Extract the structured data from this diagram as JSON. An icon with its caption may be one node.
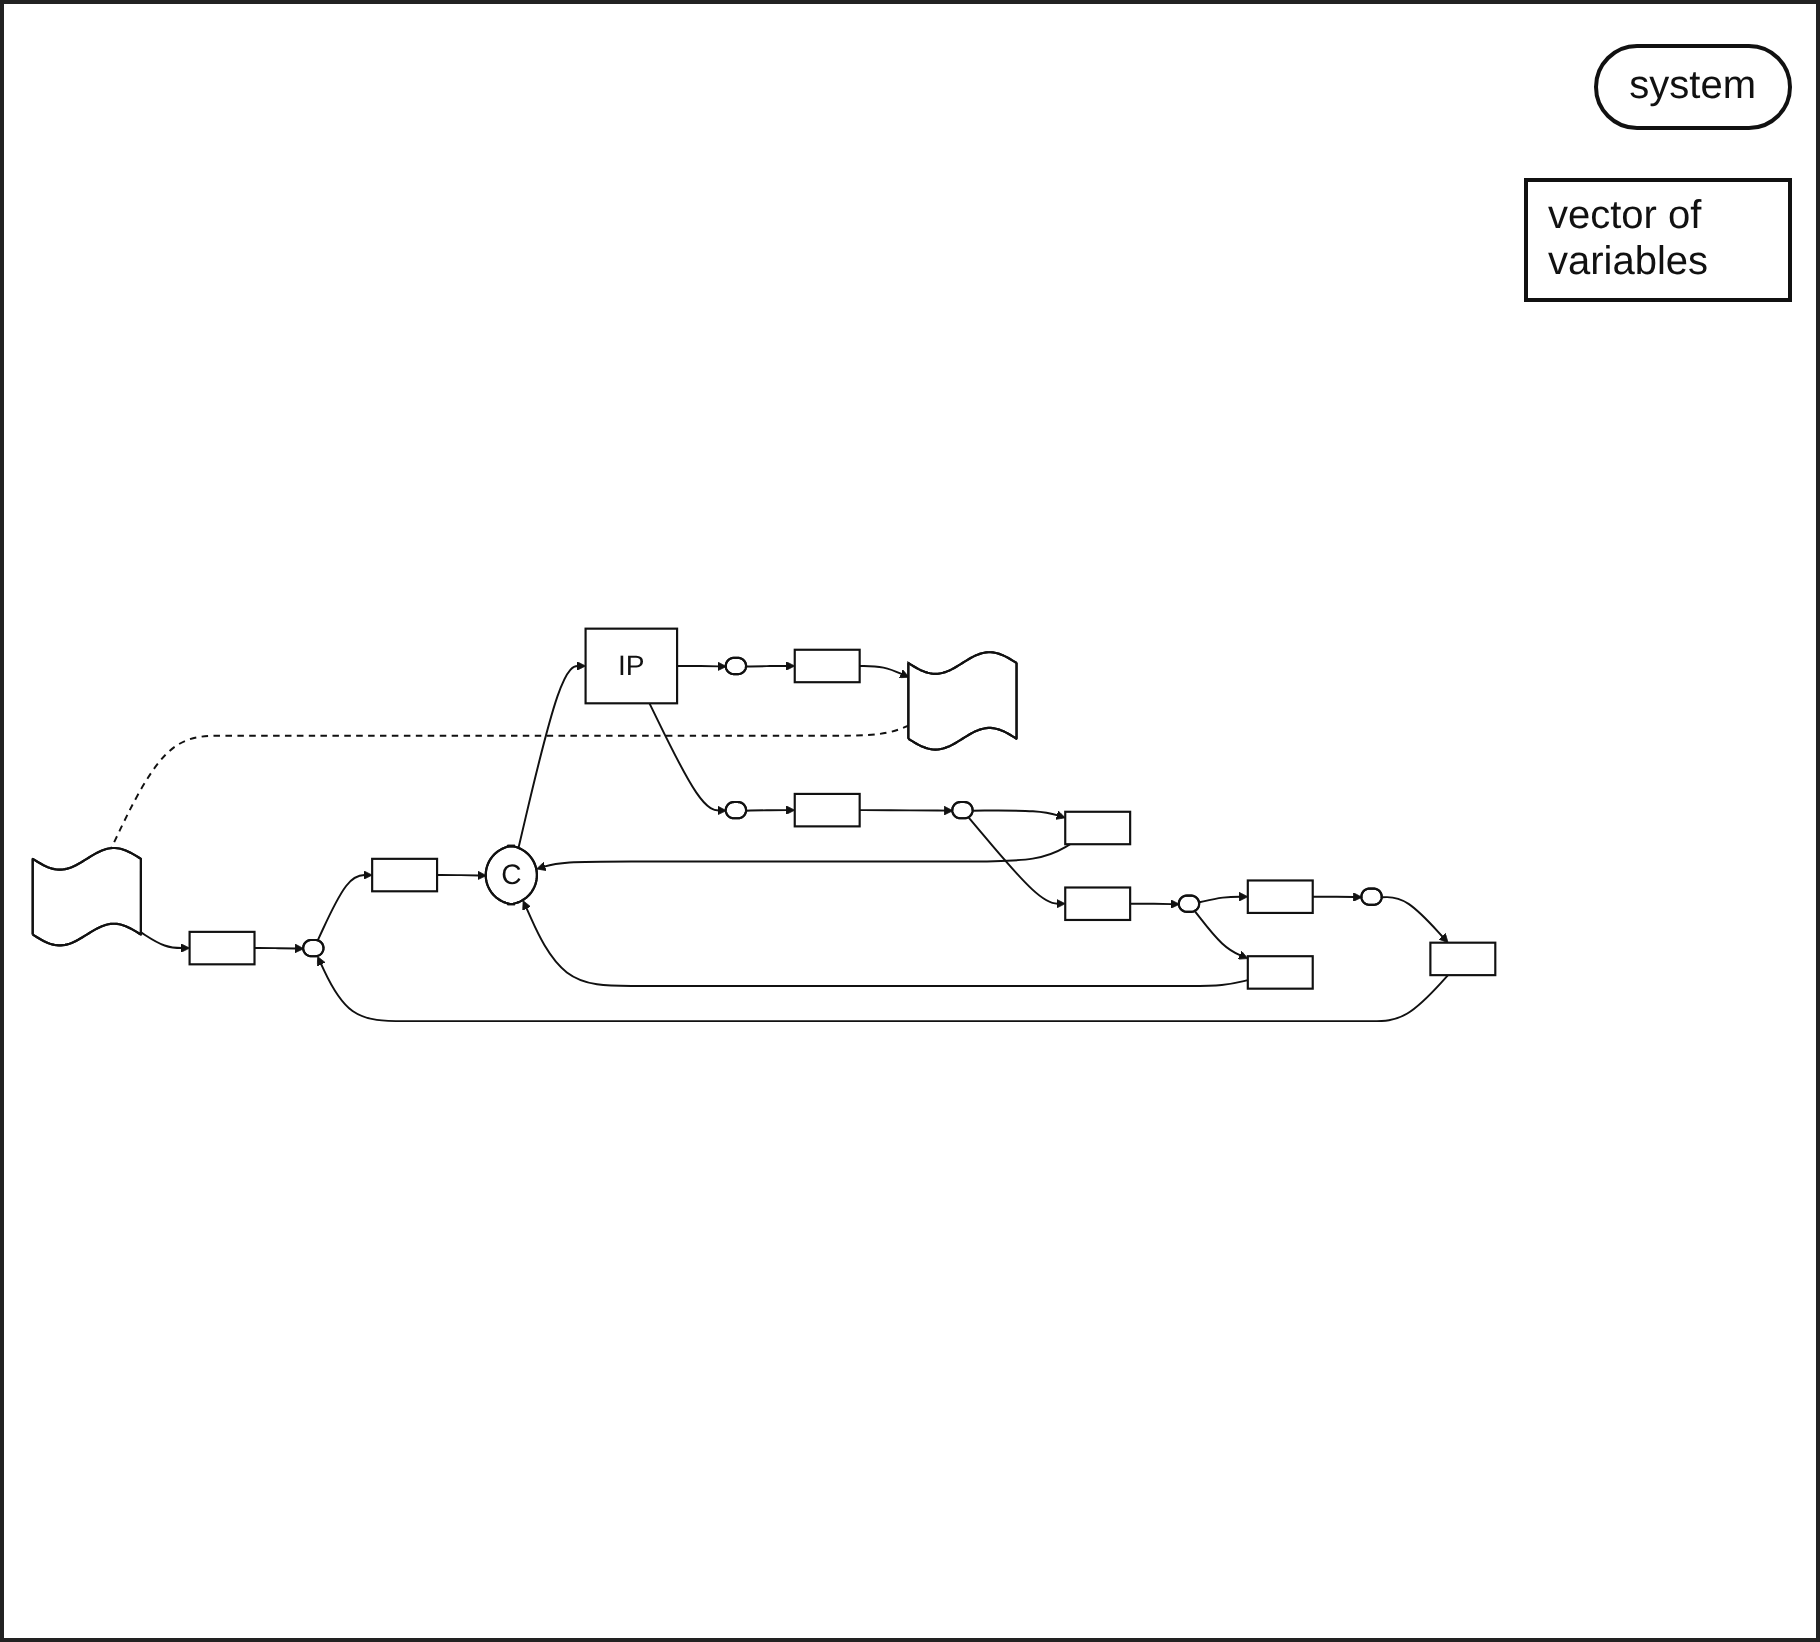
{
  "diagram": {
    "nodes": [
      {
        "text": [],
        "shape": "wave"
      },
      {
        "text": [],
        "shape": "box"
      },
      {
        "text": [],
        "shape": "box"
      },
      {
        "text": [],
        "shape": "wave"
      },
      {
        "text": [],
        "shape": "box"
      },
      {
        "text": [],
        "shape": "barrel"
      },
      {
        "text": [],
        "shape": "barrel"
      },
      {
        "text": [],
        "shape": "barrel"
      },
      {
        "text": [],
        "shape": "box"
      },
      {
        "text": [],
        "shape": "box"
      },
      {
        "text": [],
        "shape": "box"
      },
      {
        "text": [
          "C"
        ]
      },
      {
        "text": [
          "IP"
        ]
      },
      {
        "text": [],
        "shape": "box"
      },
      {
        "text": [],
        "shape": "barrel"
      },
      {
        "text": [],
        "shape": "barrel"
      },
      {
        "text": [],
        "shape": "barrel"
      },
      {
        "text": [],
        "shape": "box"
      },
      {
        "text": [],
        "shape": "box"
      }
    ],
    "edges": [
      {
        "from": 11,
        "to": 12,
        "arrow": "to"
      },
      {
        "from": 12,
        "to": 7,
        "arrow": "to"
      },
      {
        "from": 7,
        "to": 4,
        "arrow": "to"
      },
      {
        "from": 4,
        "to": 3,
        "arrow": "to"
      },
      {
        "from": 3,
        "to": 0,
        "arrow": "none",
        "style": "dashed"
      },
      {
        "from": 0,
        "to": 2,
        "arrow": "to"
      },
      {
        "from": 2,
        "to": 6,
        "arrow": "to"
      },
      {
        "from": 1,
        "to": 6,
        "arrow": "to"
      },
      {
        "from": 5,
        "to": 1,
        "arrow": "to"
      },
      {
        "from": 8,
        "to": 5,
        "arrow": "to"
      },
      {
        "from": 14,
        "to": 8,
        "arrow": "to"
      },
      {
        "from": 14,
        "to": 10,
        "arrow": "to"
      },
      {
        "from": 10,
        "to": 11,
        "arrow": "to"
      },
      {
        "from": 9,
        "to": 11,
        "arrow": "to"
      },
      {
        "from": 6,
        "to": 9,
        "arrow": "to"
      },
      {
        "from": 12,
        "to": 15,
        "arrow": "to"
      },
      {
        "from": 15,
        "to": 18,
        "arrow": "to"
      },
      {
        "from": 18,
        "to": 16,
        "arrow": "to"
      },
      {
        "from": 16,
        "to": 17,
        "arrow": "to"
      },
      {
        "from": 17,
        "to": 14,
        "arrow": "to"
      },
      {
        "from": 16,
        "to": 13,
        "arrow": "to"
      },
      {
        "from": 13,
        "to": 11,
        "arrow": "to"
      }
    ],
    "legend": [
      {
        "text": "system"
      },
      {
        "text": "vector of variables"
      }
    ]
  }
}
